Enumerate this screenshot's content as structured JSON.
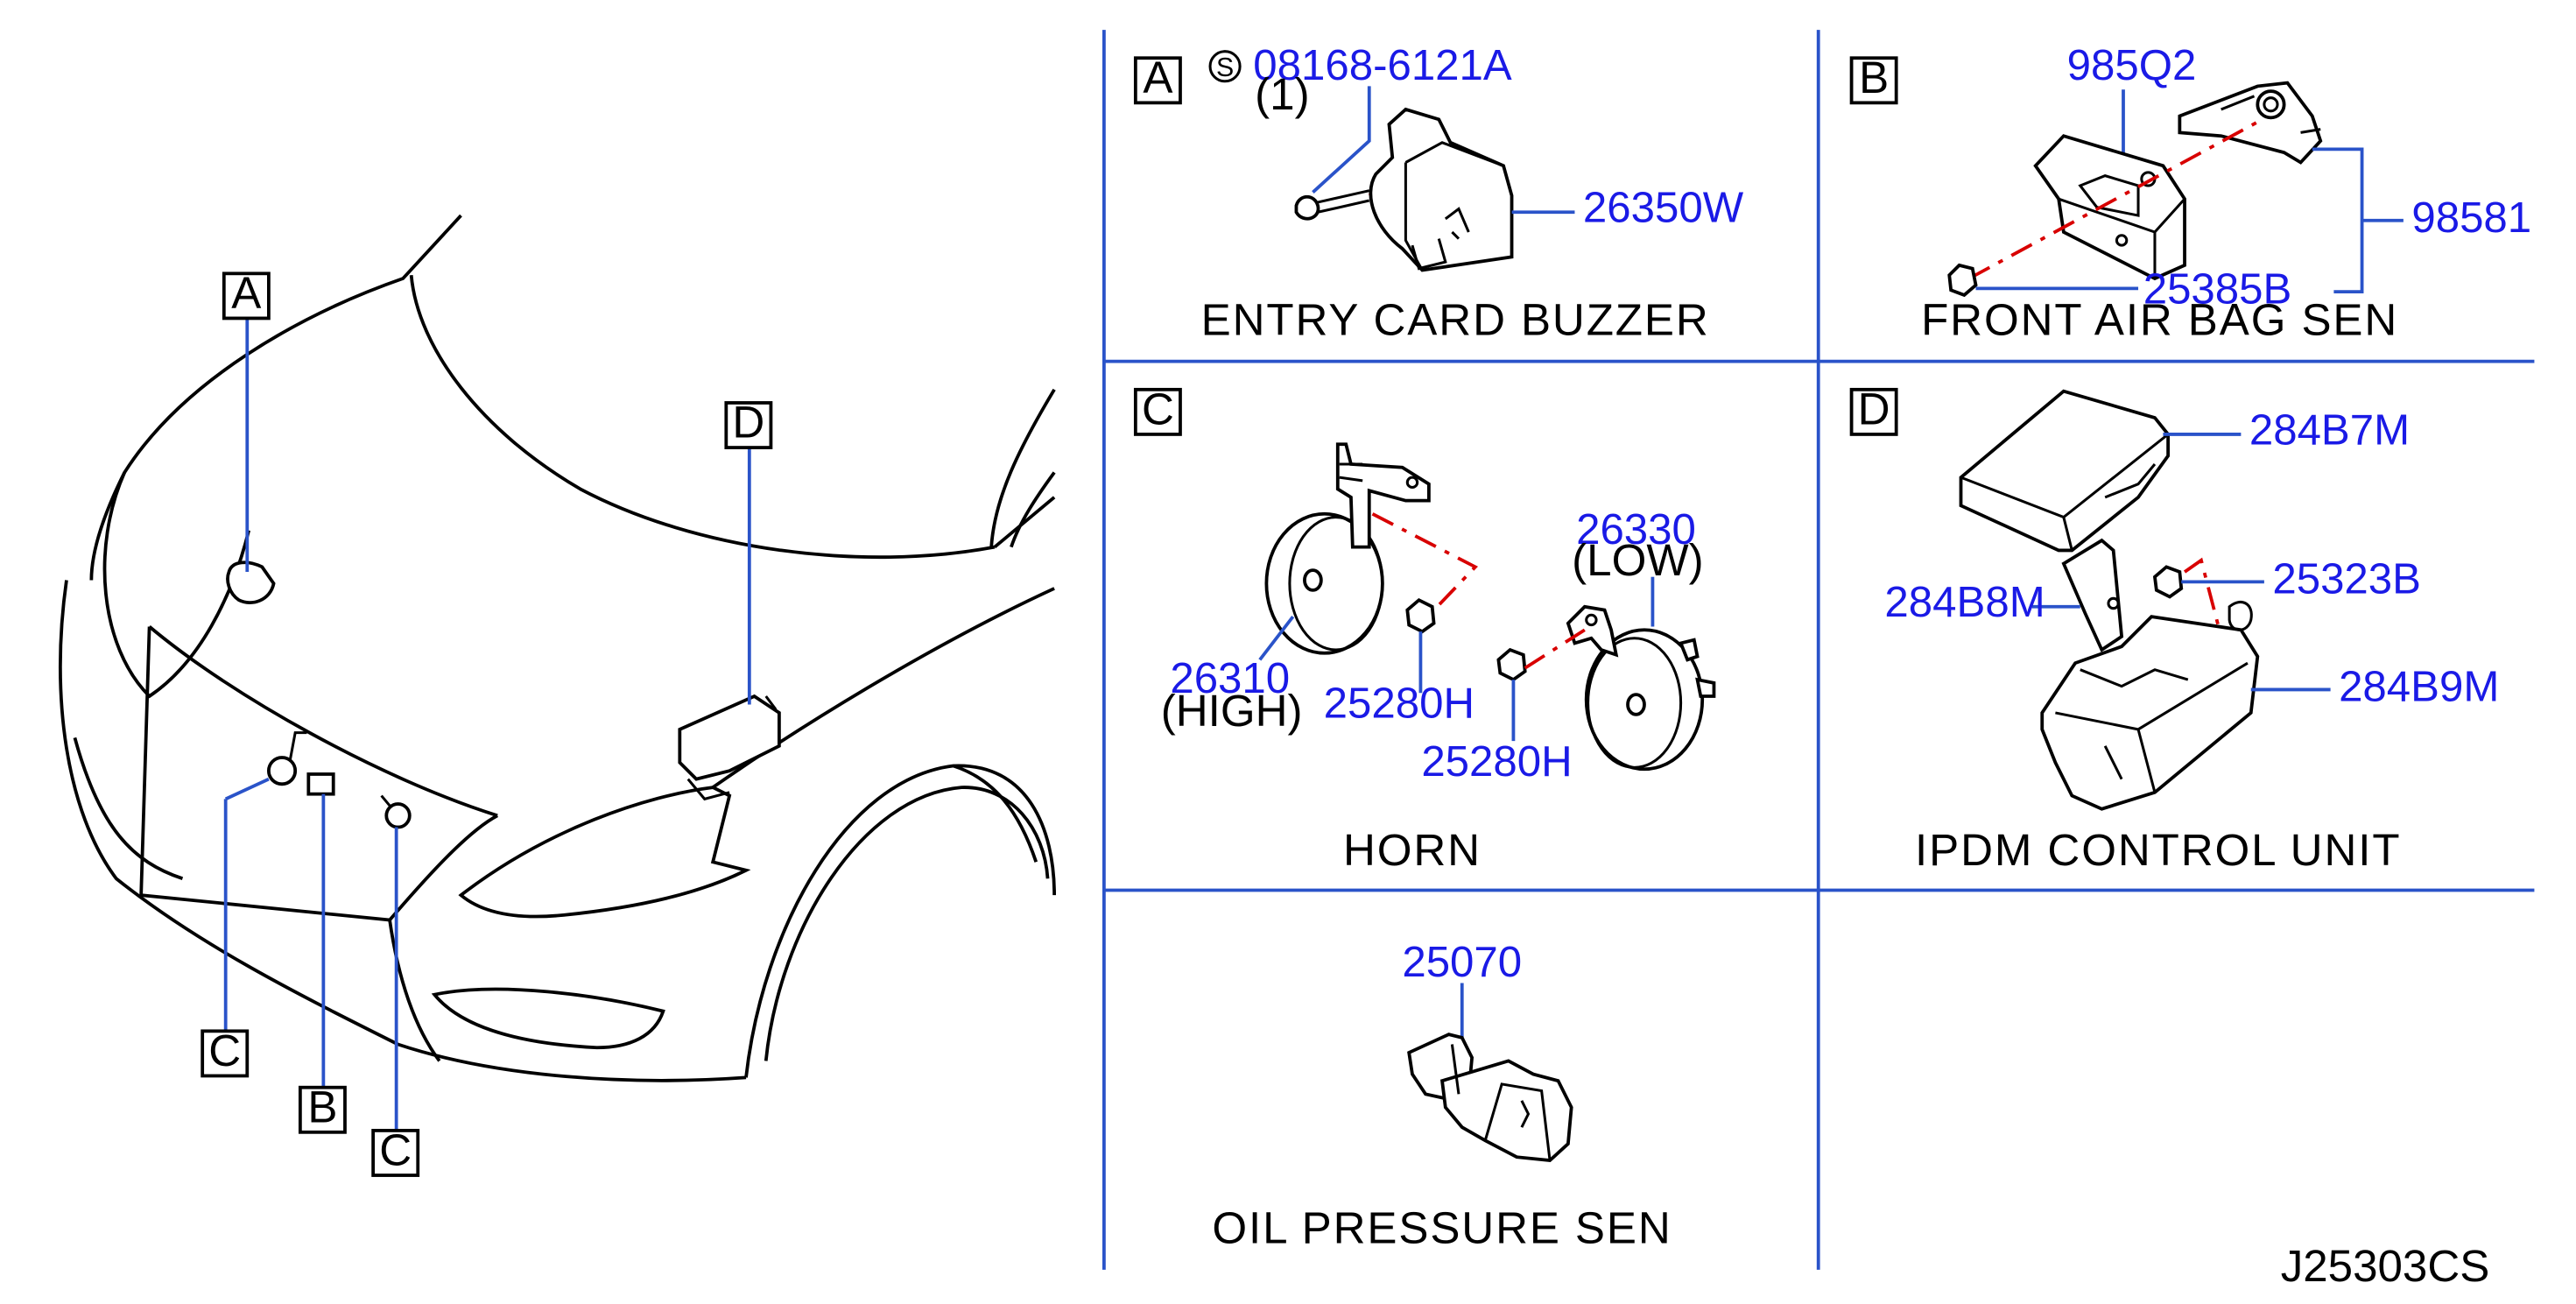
{
  "callouts": {
    "overview": [
      "A",
      "D",
      "C",
      "B",
      "C"
    ],
    "sections": [
      "A",
      "B",
      "C",
      "D"
    ]
  },
  "screw": {
    "symbol": "S",
    "part": "08168-6121A",
    "qty": "(1)"
  },
  "parts": {
    "buzzer": "26350W",
    "sensor_bracket": "985Q2",
    "sensor": "98581",
    "sensor_bolt": "25385B",
    "horn_high": "26310",
    "horn_low": "26330",
    "nut_1": "25280H",
    "nut_2": "25280H",
    "ipdm_cover": "284B7M",
    "ipdm_nut": "25323B",
    "ipdm_bracket": "284B8M",
    "ipdm_box": "284B9M",
    "oil_sensor": "25070"
  },
  "notes": {
    "high": "(HIGH)",
    "low": "(LOW)"
  },
  "captions": {
    "a": "ENTRY   CARD   BUZZER",
    "b": "FRONT   AIR   BAG   SEN",
    "c": "HORN",
    "d": "IPDM   CONTROL   UNIT",
    "e": "OIL   PRESSURE   SEN"
  },
  "diagram_code": "J25303CS",
  "colors": {
    "part_number": "#1a1ae6",
    "leader": "#2a53c9",
    "dash": "#d80000"
  }
}
